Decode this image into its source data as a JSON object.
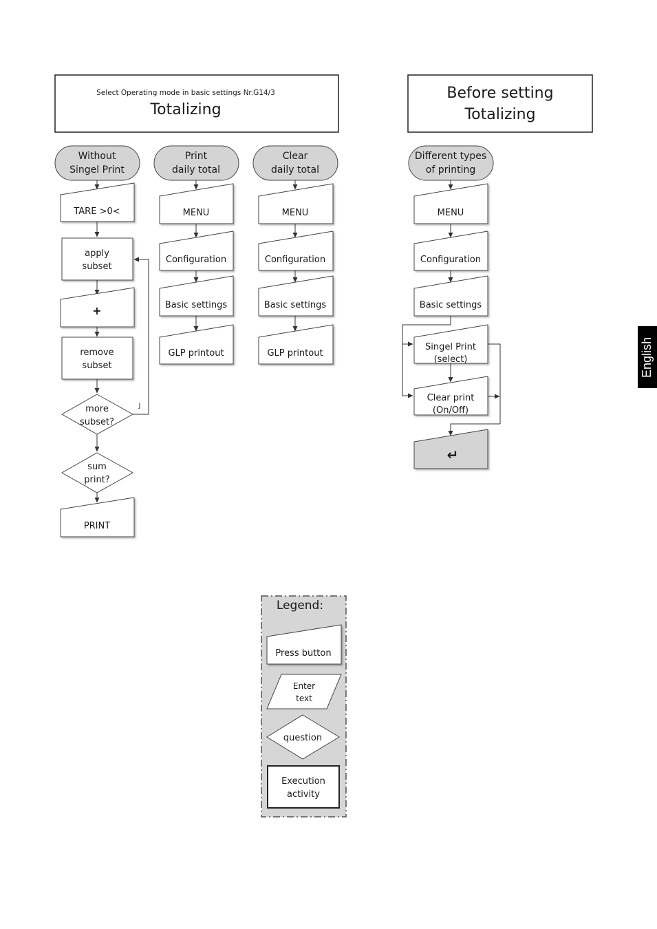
{
  "left_header": {
    "subtitle": "Select Operating mode in basic settings Nr.G14/3",
    "title": "Totalizing"
  },
  "right_header": {
    "line1": "Before setting",
    "line2": "Totalizing"
  },
  "col1": {
    "start_l1": "Without",
    "start_l2": "Singel Print",
    "tare": "TARE >0<",
    "apply_l1": "apply",
    "apply_l2": "subset",
    "plus": "+",
    "remove_l1": "remove",
    "remove_l2": "subset",
    "more_l1": "more",
    "more_l2": "subset?",
    "loop_mark": "J",
    "sum_l1": "sum",
    "sum_l2": "print?",
    "print": "PRINT"
  },
  "col2": {
    "start_l1": "Print",
    "start_l2": "daily total",
    "menu": "MENU",
    "config": "Configuration",
    "basic": "Basic settings",
    "glp": "GLP printout"
  },
  "col3": {
    "start_l1": "Clear",
    "start_l2": "daily total",
    "menu": "MENU",
    "config": "Configuration",
    "basic": "Basic settings",
    "glp": "GLP printout"
  },
  "col4": {
    "start_l1": "Different types",
    "start_l2": "of printing",
    "menu": "MENU",
    "config": "Configuration",
    "basic": "Basic settings",
    "singel_l1": "Singel Print",
    "singel_l2": "(select)",
    "clear_l1": "Clear print",
    "clear_l2": "(On/Off)",
    "enter_symbol": "↵"
  },
  "legend": {
    "title": "Legend:",
    "press": "Press button",
    "enter_l1": "Enter",
    "enter_l2": "text",
    "question": "question",
    "exec_l1": "Execution",
    "exec_l2": "activity"
  },
  "language_tab": "English",
  "colors": {
    "fill_gray": "#d4d4d4",
    "stroke": "#444444",
    "tab_bg": "#000000"
  }
}
